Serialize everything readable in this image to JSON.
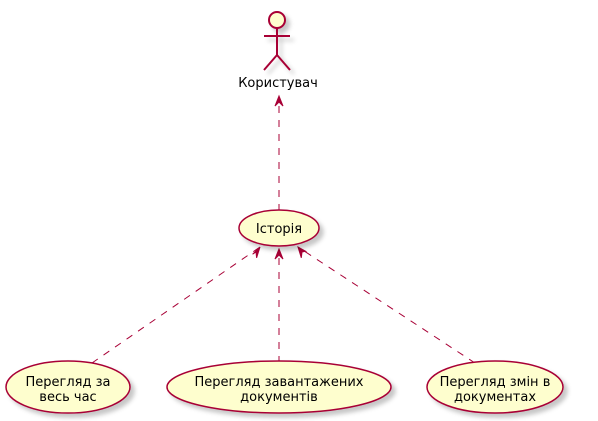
{
  "actor": {
    "name": "Користувач"
  },
  "usecases": {
    "history": "Історія",
    "all_time": [
      "Перегляд за",
      "весь час"
    ],
    "uploaded_docs": [
      "Перегляд завантажених",
      "документів"
    ],
    "doc_changes": [
      "Перегляд змін в",
      "документах"
    ]
  },
  "colors": {
    "fill": "#FEFECE",
    "stroke": "#A80036",
    "shadow": "#C8C8C8"
  },
  "arrows": [
    {
      "from": "history",
      "to": "actor",
      "style": "dashed"
    },
    {
      "from": "all_time",
      "to": "history",
      "style": "dashed"
    },
    {
      "from": "uploaded_docs",
      "to": "history",
      "style": "dashed"
    },
    {
      "from": "doc_changes",
      "to": "history",
      "style": "dashed"
    }
  ]
}
